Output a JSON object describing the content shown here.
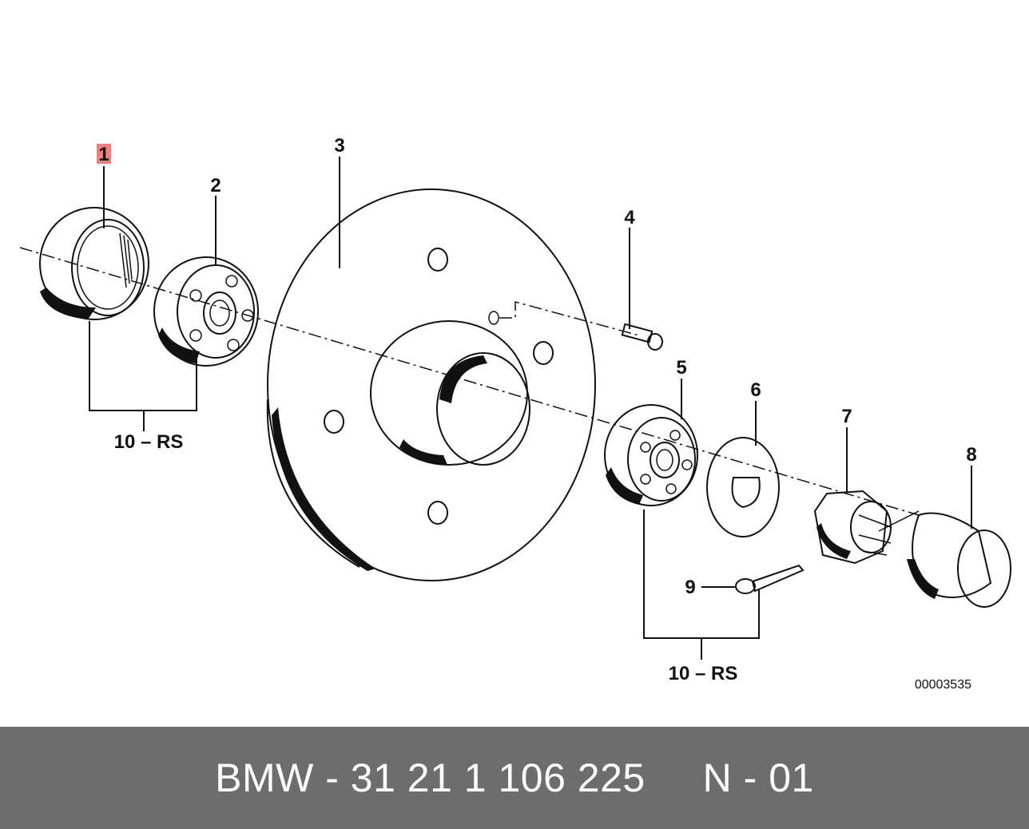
{
  "diagram": {
    "callouts": [
      "1",
      "2",
      "3",
      "4",
      "5",
      "6",
      "7",
      "8",
      "9"
    ],
    "kit_labels": [
      "10 – RS",
      "10 – RS"
    ],
    "reference_number": "00003535",
    "colors": {
      "highlight": "#f08080",
      "line": "#111111"
    }
  },
  "footer": {
    "text": "BMW - 31 21 1 106 225     N - 01",
    "background": "#6d6d6d"
  }
}
